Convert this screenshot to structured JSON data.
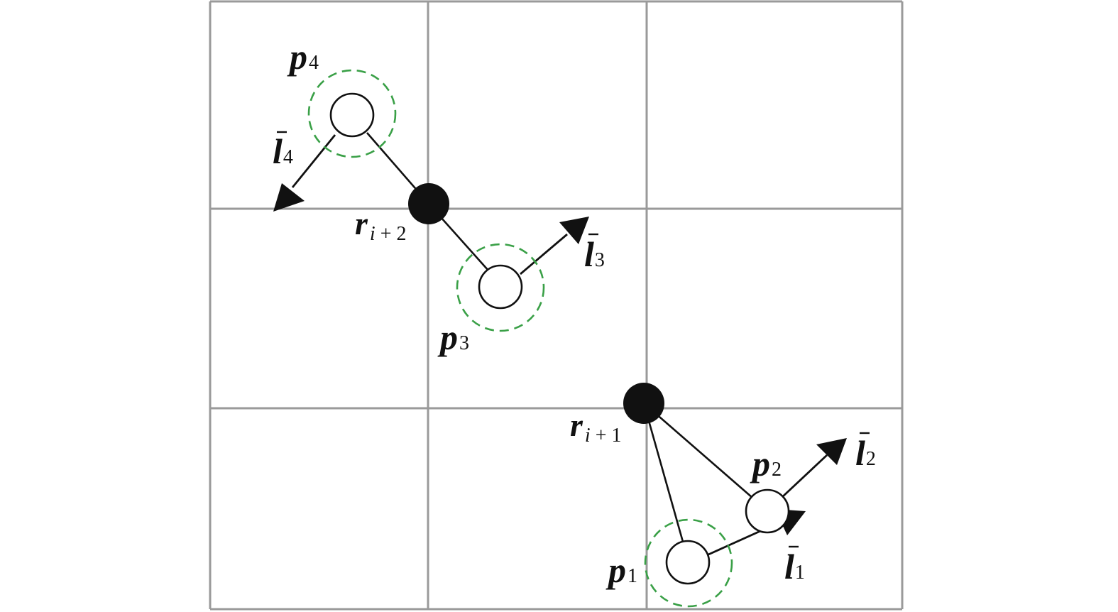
{
  "labels": {
    "p1": {
      "symbol": "p",
      "sub": "1"
    },
    "p2": {
      "symbol": "p",
      "sub": "2"
    },
    "p3": {
      "symbol": "p",
      "sub": "3"
    },
    "p4": {
      "symbol": "p",
      "sub": "4"
    },
    "l1": {
      "symbol": "l",
      "sub": "1"
    },
    "l2": {
      "symbol": "l",
      "sub": "2"
    },
    "l3": {
      "symbol": "l",
      "sub": "3"
    },
    "l4": {
      "symbol": "l",
      "sub": "4"
    },
    "r1": {
      "symbol": "r",
      "sub_var": "i",
      "sub_rest": " + 1"
    },
    "r2": {
      "symbol": "r",
      "sub_var": "i",
      "sub_rest": " + 2"
    }
  },
  "colors": {
    "grid": "#9a9a9a",
    "halo": "#3aa047",
    "ink": "#111111"
  }
}
